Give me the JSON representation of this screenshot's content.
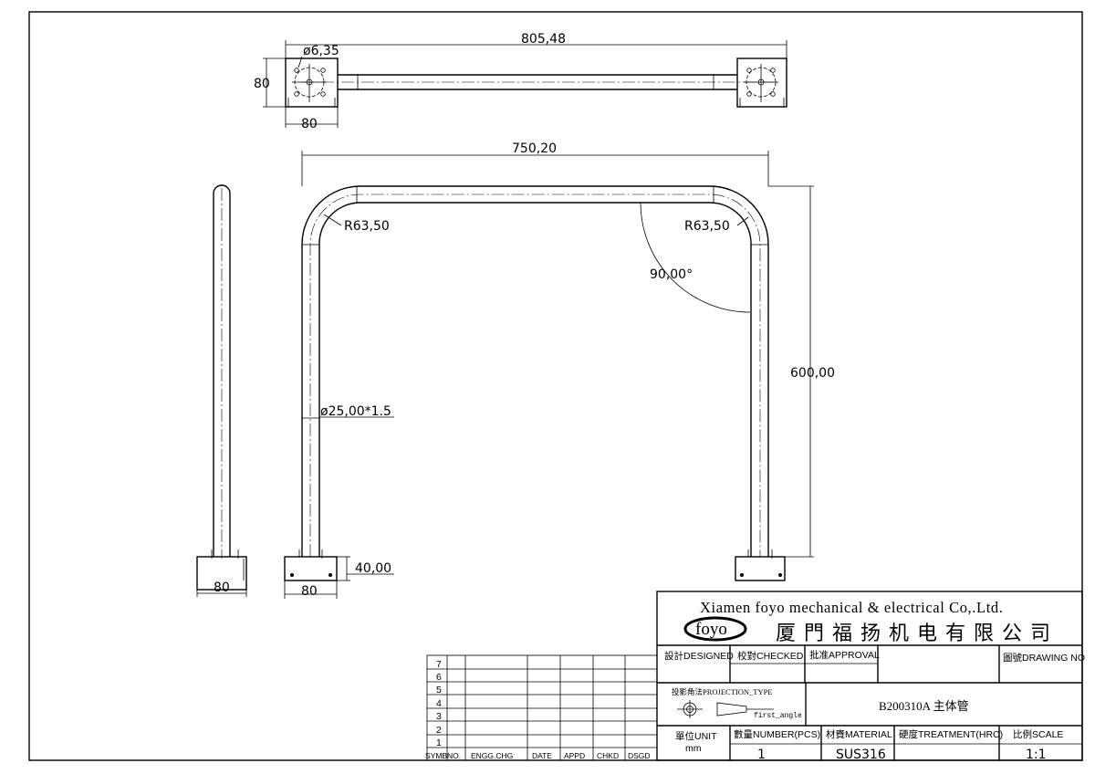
{
  "dimensions": {
    "top_length": "805,48",
    "hole_dia": "ø6,35",
    "plate_height_top": "80",
    "plate_width_top": "80",
    "inner_width": "750,20",
    "radius_left": "R63,50",
    "radius_right": "R63,50",
    "angle": "90,00°",
    "height": "600,00",
    "tube_spec": "ø25,00*1.5",
    "plate_thickness": "40,00",
    "plate_width_front": "80",
    "plate_width_side": "80"
  },
  "title_block": {
    "company_en": "Xiamen foyo mechanical & electrical Co,.Ltd.",
    "logo": "foyo",
    "company_cn": "厦門福扬机电有限公司",
    "designed": "設計DESIGNED",
    "checked": "校對CHECKED",
    "approval": "批准APPROVAL",
    "drawing_no": "圖號DRAWING NO",
    "projection_type": "投影角法PROJECTION_TYPE",
    "projection_value": "first_angle",
    "part_name": "B200310A 主体管",
    "unit_label": "單位UNIT",
    "unit_value": "mm",
    "number_label": "數量NUMBER(PCS)",
    "number_value": "1",
    "material_label": "材賚MATERIAL",
    "material_value": "SUS316",
    "treatment_label": "硬度TREATMENT(HRC)",
    "scale_label": "比例SCALE",
    "scale_value": "1:1"
  },
  "revision_table": {
    "rows": [
      "7",
      "6",
      "5",
      "4",
      "3",
      "2",
      "1"
    ],
    "headers": [
      "SYMB",
      "NO.",
      "ENGG.CHG",
      "DATE",
      "APPD",
      "CHKD",
      "DSGD"
    ]
  }
}
